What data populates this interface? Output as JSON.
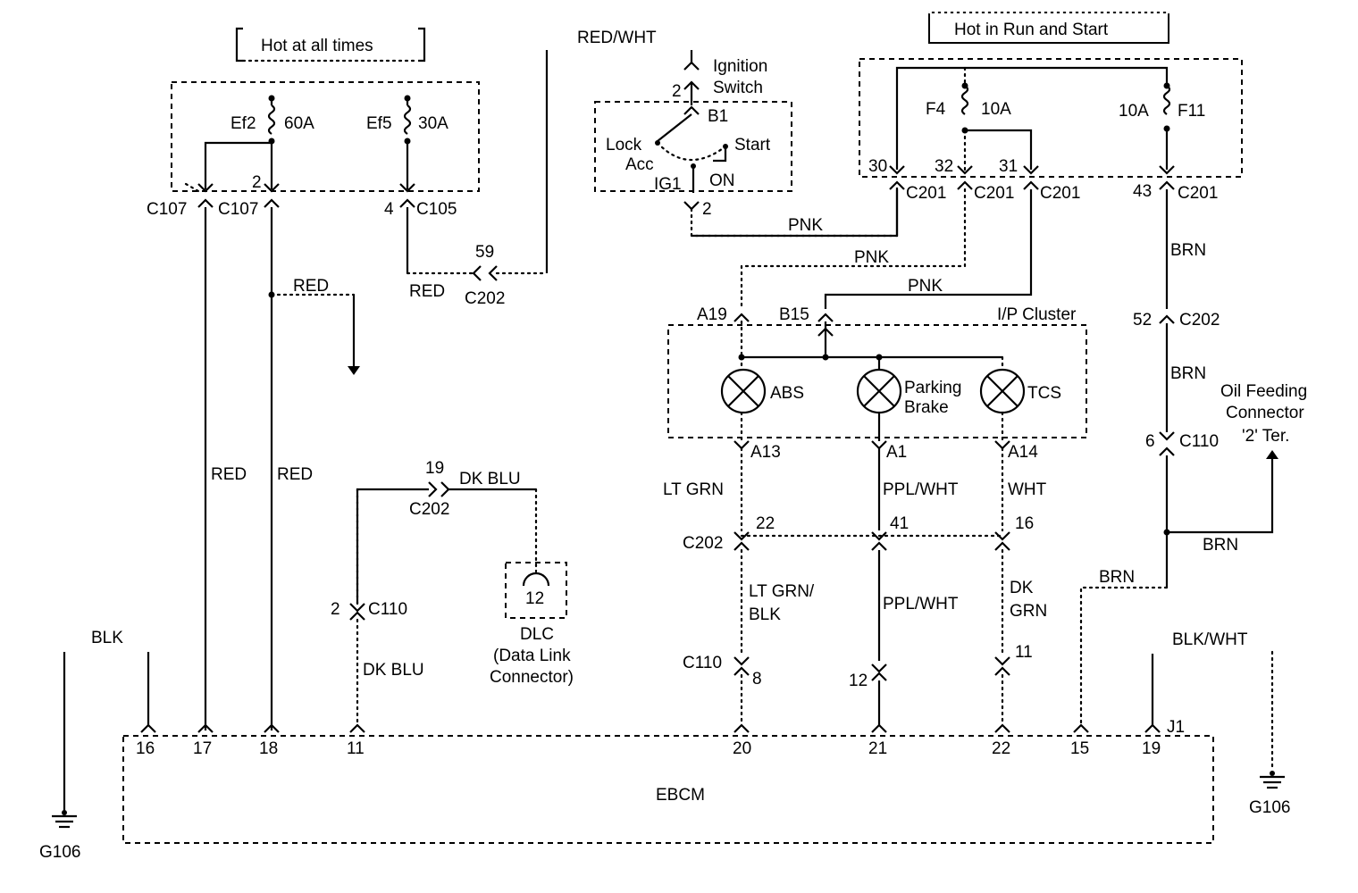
{
  "labels": {
    "hot_all_times": "Hot at all times",
    "hot_run_start": "Hot in Run and Start",
    "red_wht_top": "RED/WHT",
    "ignition": "Ignition",
    "switch": "Switch",
    "ef2": "Ef2",
    "ef2_amp": "60A",
    "ef5": "Ef5",
    "ef5_amp": "30A",
    "f4": "F4",
    "f4_amp": "10A",
    "f11_amp": "10A",
    "f11": "F11",
    "lock": "Lock",
    "acc": "Acc",
    "ign1": "IG1",
    "on": "ON",
    "start": "Start",
    "b1": "B1",
    "pin2_sw": "2",
    "pin2_sw_bot": "2",
    "pin2_c107": "2",
    "pin4_c105": "4",
    "c107_a": "C107",
    "c107_b": "C107",
    "c105": "C105",
    "pin59": "59",
    "c202_top": "C202",
    "red_c202": "RED",
    "red_branch": "RED",
    "pin30": "30",
    "pin32": "32",
    "pin31": "31",
    "pin43": "43",
    "c201_a": "C201",
    "c201_b": "C201",
    "c201_c": "C201",
    "c201_d": "C201",
    "pnk_1": "PNK",
    "pnk_2": "PNK",
    "pnk_3": "PNK",
    "brn_1": "BRN",
    "pin52": "52",
    "c202_brn": "C202",
    "brn_2": "BRN",
    "pin6": "6",
    "c110_brn": "C110",
    "oil_1": "Oil Feeding",
    "oil_2": "Connector",
    "oil_3": "'2' Ter.",
    "brn_3": "BRN",
    "brn_4": "BRN",
    "a19": "A19",
    "b15": "B15",
    "ip_cluster": "I/P Cluster",
    "abs": "ABS",
    "parking_1": "Parking",
    "parking_2": "Brake",
    "tcs": "TCS",
    "a13": "A13",
    "a1": "A1",
    "a14": "A14",
    "lt_grn": "LT GRN",
    "ppl_wht_1": "PPL/WHT",
    "wht": "WHT",
    "c202_mid": "C202",
    "pin22_c202": "22",
    "pin41": "41",
    "pin16_c202": "16",
    "lt_grn_blk_1": "LT GRN/",
    "lt_grn_blk_2": "BLK",
    "ppl_wht_2": "PPL/WHT",
    "dk_grn_1": "DK",
    "dk_grn_2": "GRN",
    "c110_bot": "C110",
    "pin8": "8",
    "pin12_c110": "12",
    "pin11_c110": "11",
    "pin19_c202": "19",
    "dk_blu_1": "DK BLU",
    "c202_dlc": "C202",
    "pin2_c110": "2",
    "c110_dlc": "C110",
    "dk_blu_2": "DK BLU",
    "dlc_pin": "12",
    "dlc_1": "DLC",
    "dlc_2": "(Data Link",
    "dlc_3": "Connector)",
    "red_17": "RED",
    "red_18": "RED",
    "blk": "BLK",
    "g106_left": "G106",
    "blk_wht": "BLK/WHT",
    "g106_right": "G106",
    "j1": "J1",
    "pin16": "16",
    "pin17": "17",
    "pin18": "18",
    "pin11": "11",
    "pin20": "20",
    "pin21": "21",
    "pin22": "22",
    "pin15": "15",
    "pin19": "19",
    "ebcm": "EBCM"
  }
}
